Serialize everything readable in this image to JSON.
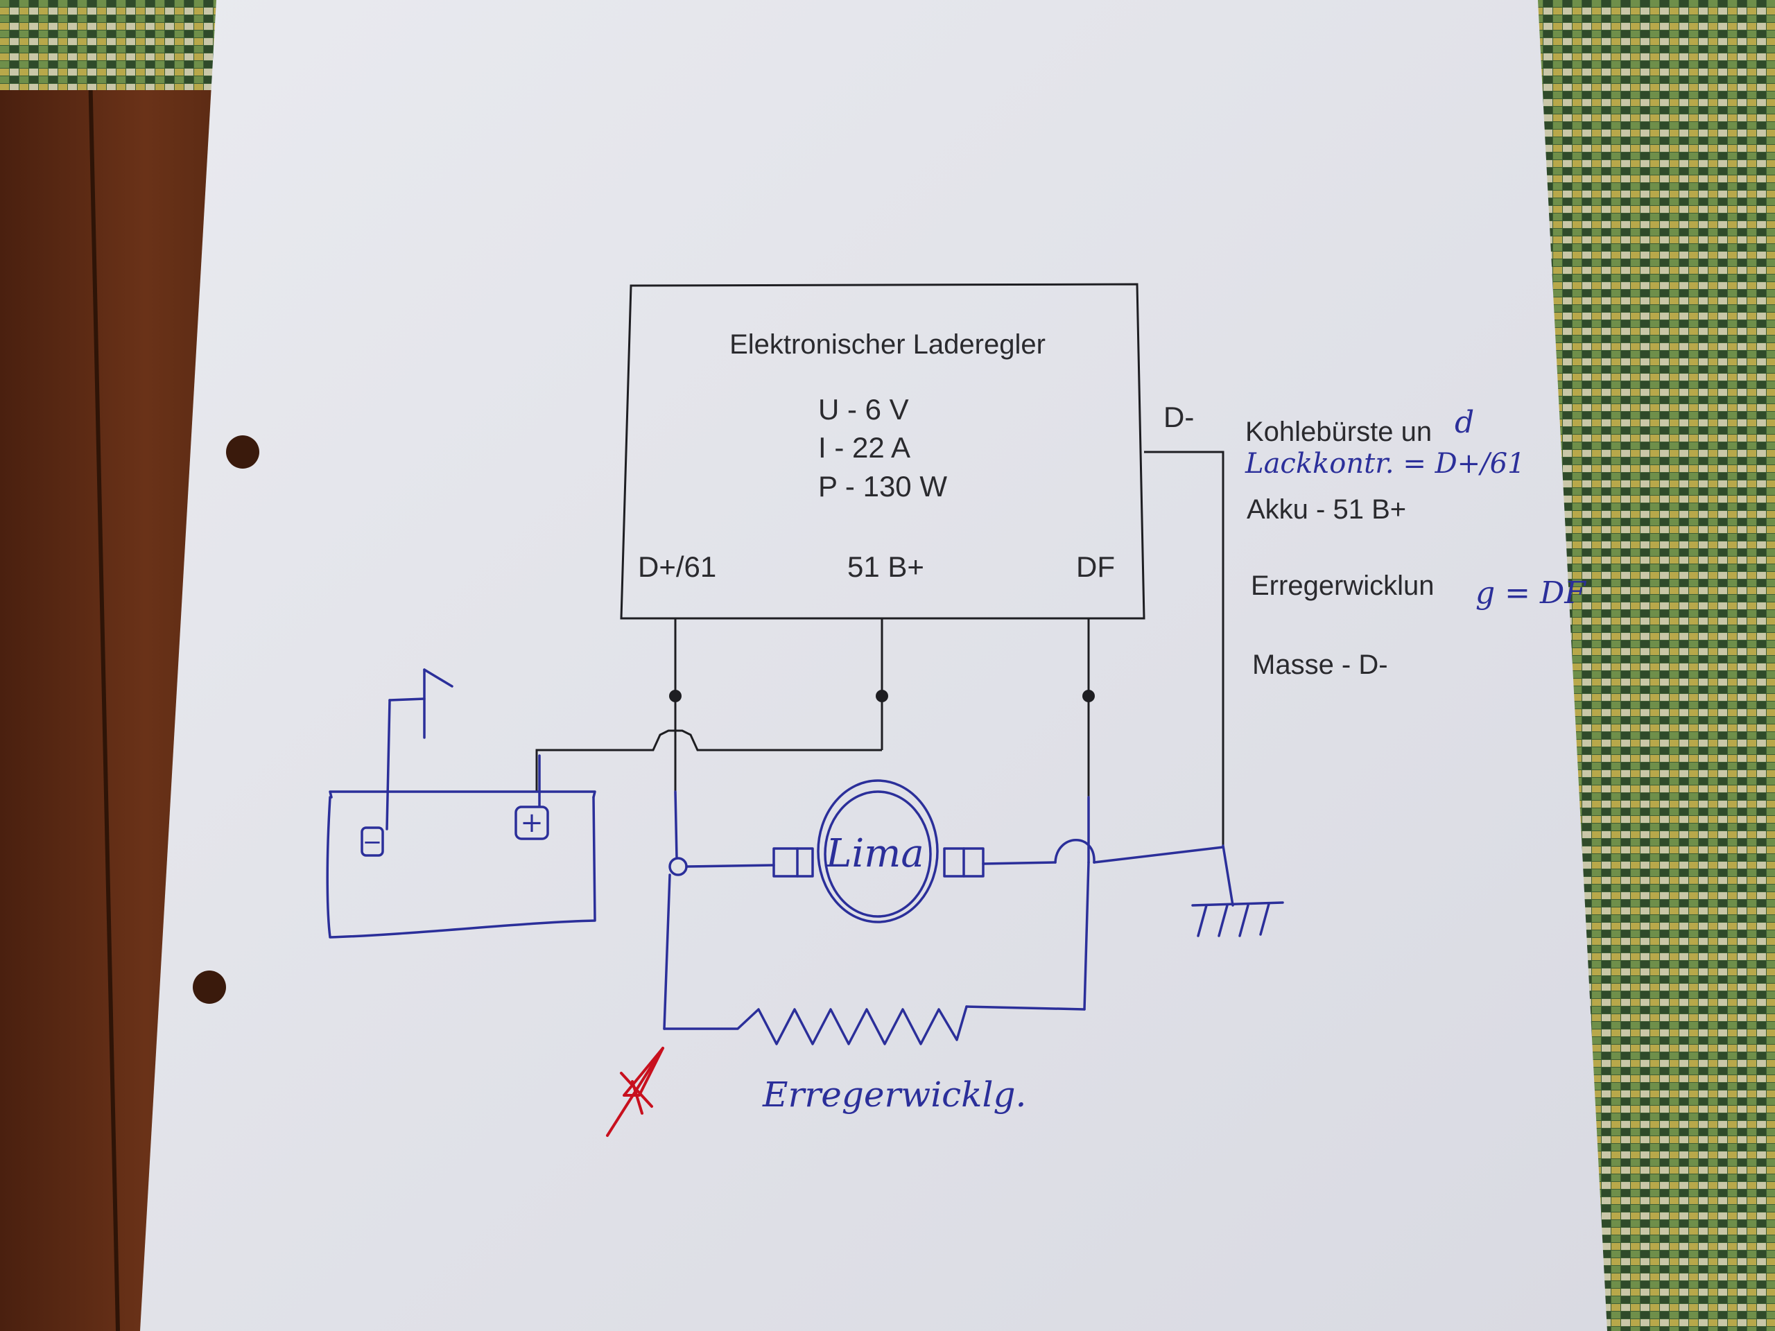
{
  "regulator": {
    "title": "Elektronischer Laderegler",
    "specs": [
      "U - 6 V",
      "I - 22 A",
      "P - 130 W"
    ],
    "terminals": {
      "d_plus_61": "D+/61",
      "b_plus_51": "51 B+",
      "df": "DF",
      "d_minus": "D-"
    }
  },
  "legend": {
    "kohle_print": "Kohlebürste un",
    "kohle_hand_suffix": "d",
    "kohle_hand_line2": "Lackkontr. = D+/61",
    "akku": "Akku - 51 B+",
    "erreger_print": "Erregerwicklun",
    "erreger_hand_suffix": "g = DF",
    "masse": "Masse - D-"
  },
  "handwritten": {
    "lima": "Lima",
    "erregerwicklung": "Erregerwicklg.",
    "battery_minus": "−",
    "battery_plus": "+"
  },
  "colors": {
    "paper": "#e3e4ea",
    "print_ink": "#2a2a2e",
    "blue_pen": "#2b2f9a",
    "red_pen": "#c8101e",
    "wood": "#5a2a14",
    "fabric": "#3f6b3a"
  }
}
